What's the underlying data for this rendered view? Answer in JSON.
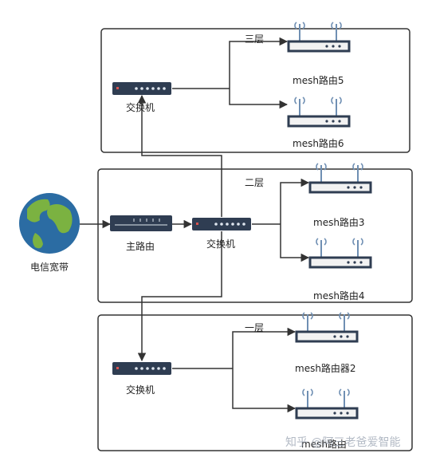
{
  "floors": {
    "top": {
      "label": "三层",
      "switch_label": "交换机",
      "routers": [
        "mesh路由5",
        "mesh路由6"
      ]
    },
    "middle": {
      "label": "二层",
      "main_router_label": "主路由",
      "switch_label": "交换机",
      "routers": [
        "mesh路由3",
        "mesh路由4"
      ]
    },
    "bottom": {
      "label": "一层",
      "switch_label": "交换机",
      "routers": [
        "mesh路由器2",
        "mesh路由"
      ]
    }
  },
  "internet": {
    "label": "电信宽带"
  },
  "watermark": "知乎 @阿三老爸爱智能",
  "colors": {
    "box_border": "#333333",
    "arrow": "#333333",
    "device_dark": "#2f3d52",
    "device_light": "#f2f2f2",
    "antenna": "#6f8fb3",
    "globe_ocean": "#2b6ca3",
    "globe_land": "#7bb241"
  }
}
